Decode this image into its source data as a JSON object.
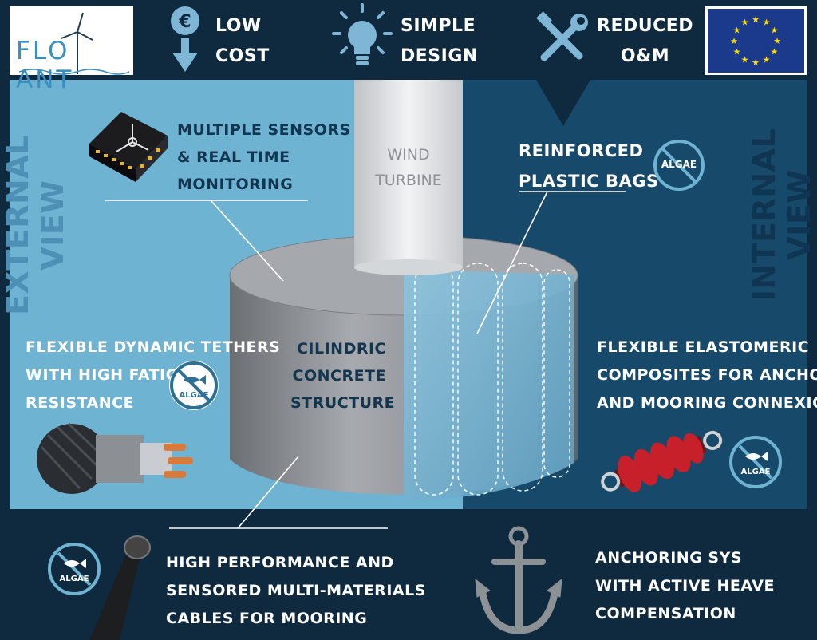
{
  "logo": {
    "text": "FLO ANT"
  },
  "features": [
    {
      "icon": "euro-down-icon",
      "lines": [
        "LOW",
        "COST"
      ]
    },
    {
      "icon": "lightbulb-icon",
      "lines": [
        "SIMPLE",
        "DESIGN"
      ]
    },
    {
      "icon": "tools-icon",
      "lines": [
        "REDUCED",
        "O&M"
      ]
    }
  ],
  "views": {
    "external": "EXTERNAL VIEW",
    "internal": "INTERNAL VIEW"
  },
  "turbine_label": [
    "WIND",
    "TURBINE"
  ],
  "callouts": {
    "sensors": [
      "MULTIPLE SENSORS",
      "& REAL TIME",
      "MONITORING"
    ],
    "bags": [
      "REINFORCED",
      "PLASTIC BAGS"
    ],
    "tethers": [
      "FLEXIBLE DYNAMIC TETHERS",
      "WITH HIGH FATIGUE",
      "RESISTANCE"
    ],
    "structure": [
      "CILINDRIC",
      "CONCRETE",
      "STRUCTURE"
    ],
    "elastomeric": [
      "FLEXIBLE ELASTOMERIC",
      "COMPOSITES FOR ANCHORING",
      "AND MOORING CONNEXION"
    ],
    "cables": [
      "HIGH PERFORMANCE AND",
      "SENSORED MULTI-MATERIALS",
      "CABLES FOR MOORING"
    ],
    "anchoring": [
      "ANCHORING SYS",
      "WITH ACTIVE HEAVE",
      "COMPENSATION"
    ]
  },
  "algae_label": "ALGAE",
  "colors": {
    "background": "#0f2a3f",
    "external_panel": "#6fb3d2",
    "internal_panel": "#17496a",
    "text_dark": "#123550",
    "text_light": "#ffffff",
    "logo_blue": "#3a8fc2",
    "eu_blue": "#1b3a8c",
    "eu_star": "#ffdd00"
  }
}
